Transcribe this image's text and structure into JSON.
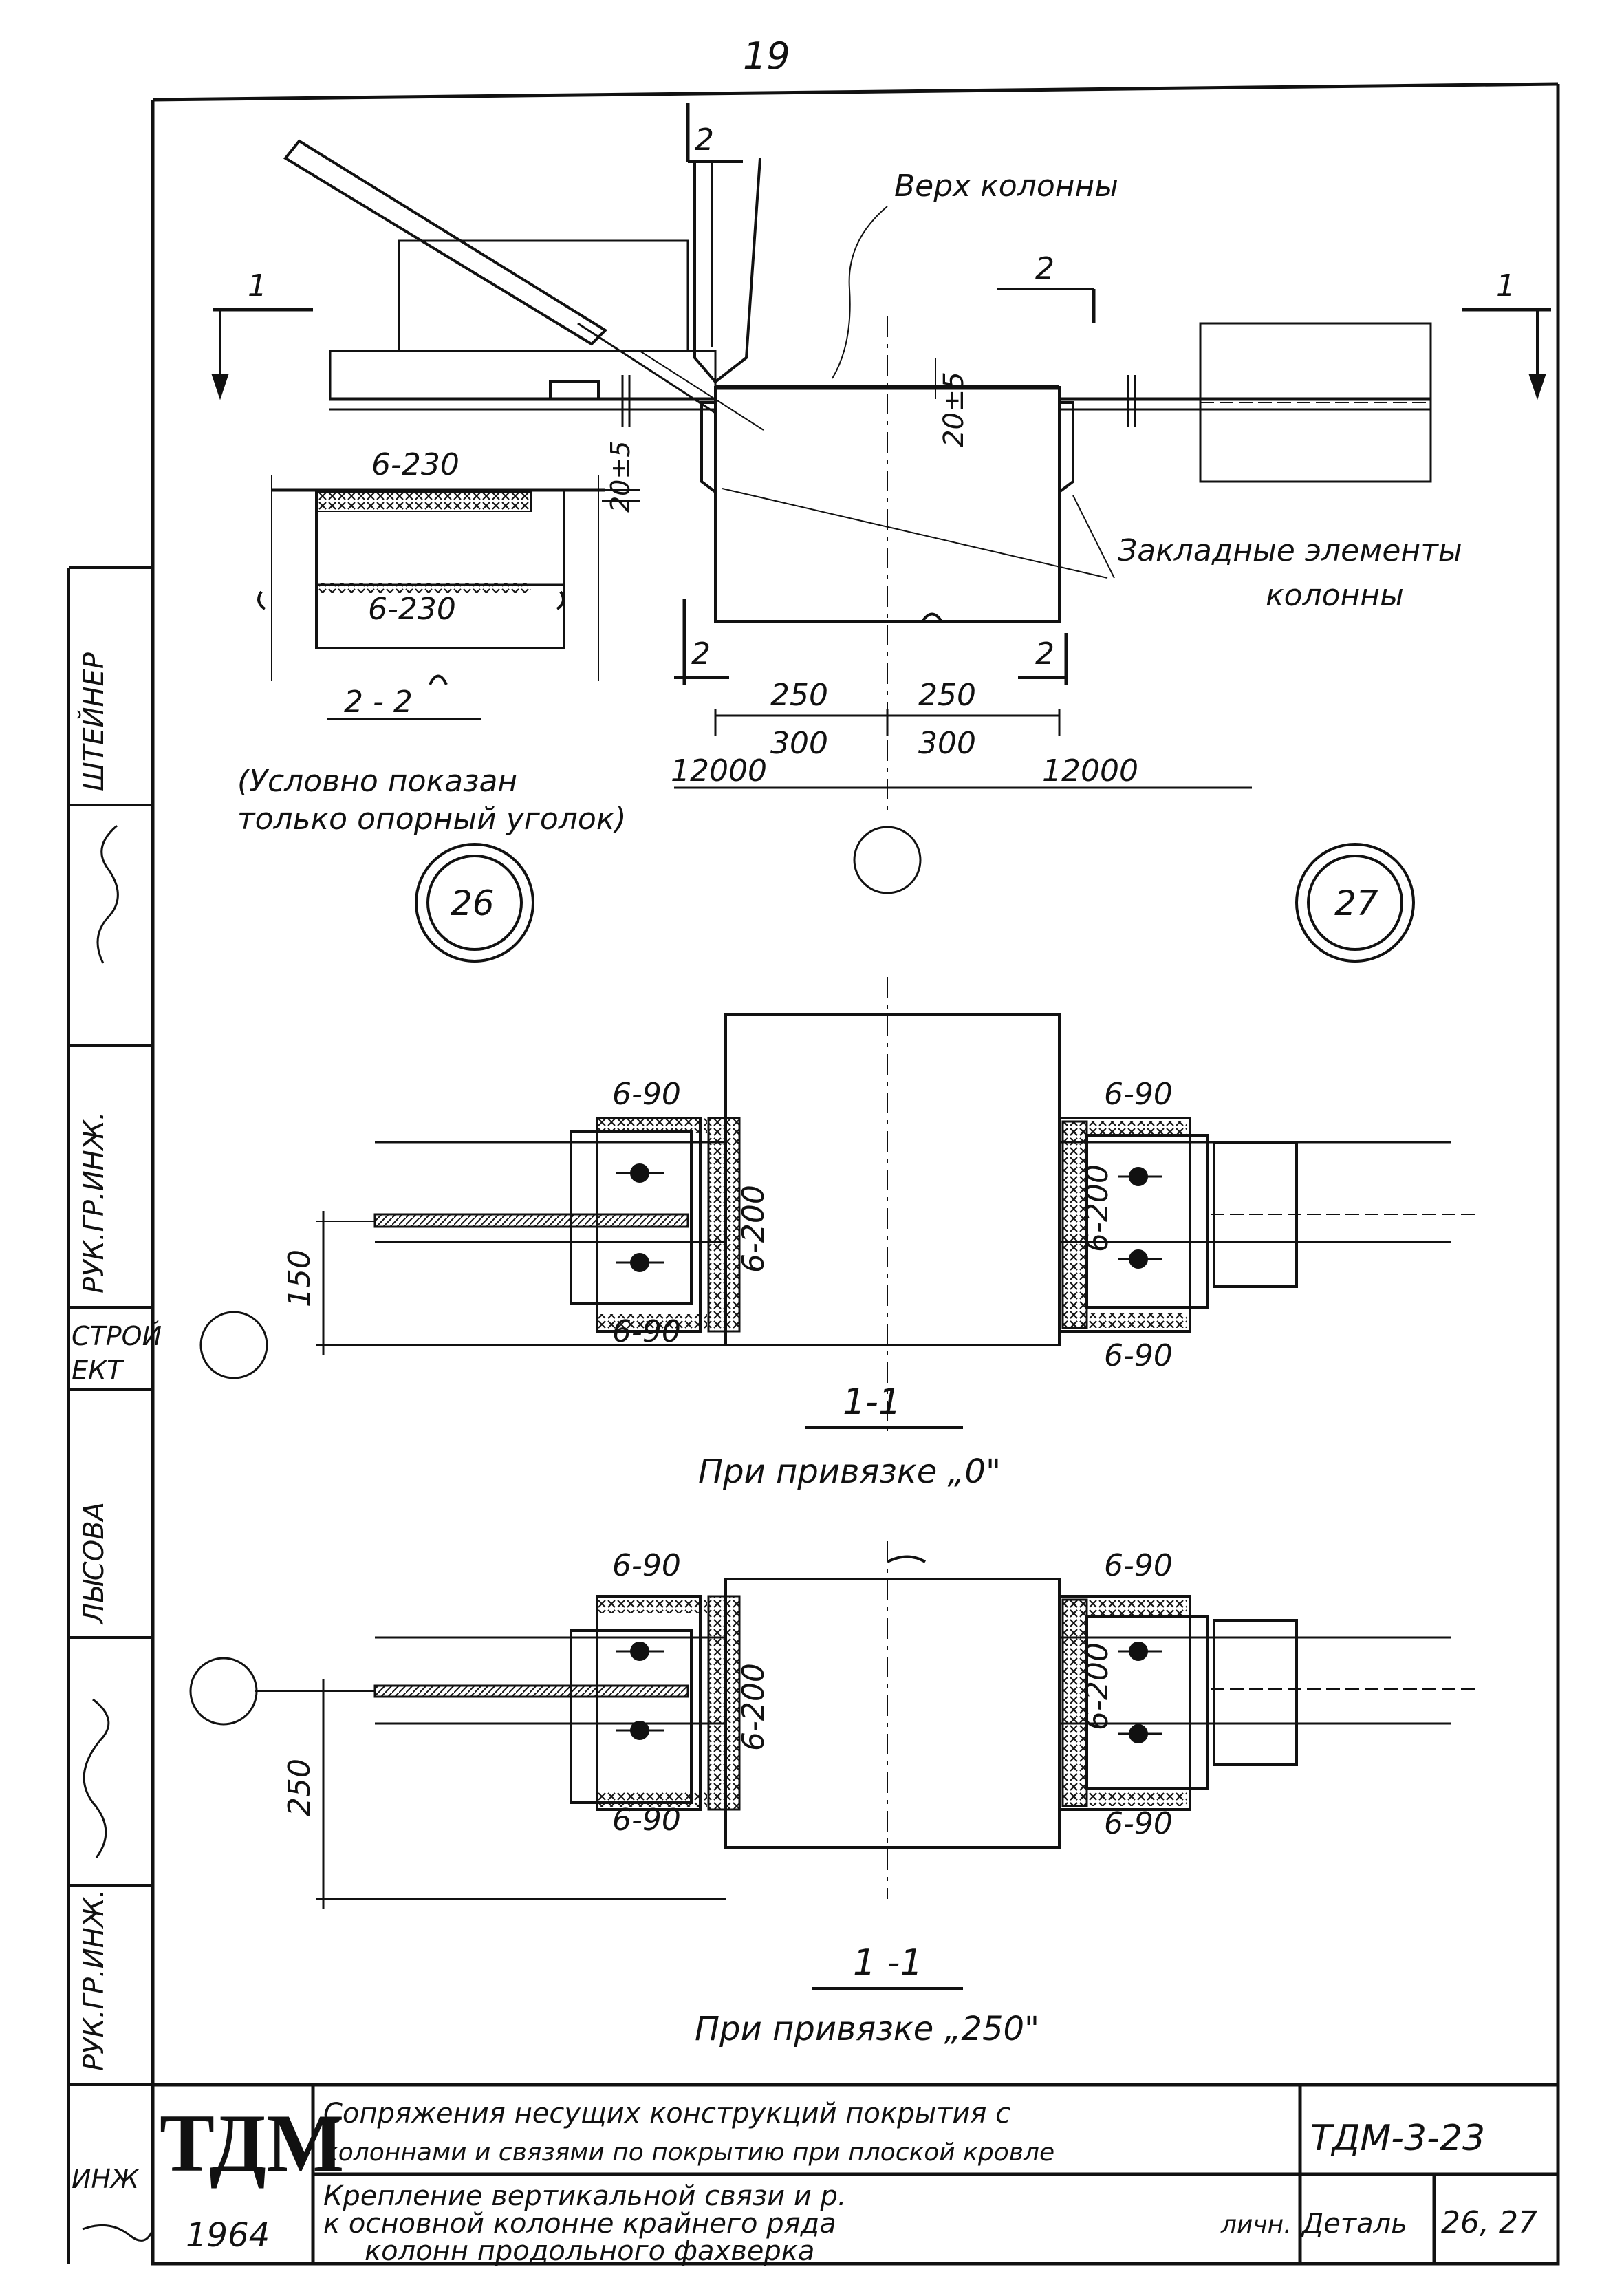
{
  "page_number": "19",
  "top_view": {
    "label_column_top": "Верх колонны",
    "label_embedded": "Закладные элементы",
    "label_embedded_2": "колонны",
    "section_1": "1",
    "section_2": "2",
    "dim_20_5": "20±5",
    "dim_250_left": "250",
    "dim_250_right": "250",
    "dim_300_left": "300",
    "dim_300_right": "300",
    "span_left": "12000",
    "span_right": "12000"
  },
  "section_2_2": {
    "weld_top": "6-230",
    "weld_mid": "6-230",
    "dim": "20±5",
    "title": "2 - 2",
    "note_1": "(Условно показан",
    "note_2": "только опорный уголок)"
  },
  "detail_markers": {
    "left": "26",
    "right": "27"
  },
  "section_1_1_a": {
    "weld_tl": "6-90",
    "weld_bl": "6-90",
    "weld_tr": "6-90",
    "weld_br": "6-90",
    "weld_vl": "6-200",
    "weld_vr": "6-200",
    "dim": "150",
    "title": "1-1",
    "caption": "При привязке „0\""
  },
  "section_1_1_b": {
    "weld_tl": "6-90",
    "weld_bl": "6-90",
    "weld_tr": "6-90",
    "weld_br": "6-90",
    "weld_vl": "6-200",
    "weld_vr": "6-200",
    "dim": "250",
    "title": "1 -1",
    "caption": "При привязке „250\""
  },
  "side_stamp": {
    "cells": [
      "ШТЕЙНЕР",
      "РУК.ГР.ИНЖ.",
      "СТРОЙ",
      "ЕКТ",
      "ЛЫСОВА",
      "РУК.ГР.ИНЖ.",
      "ИНЖ"
    ]
  },
  "title_block": {
    "logo": "ТДМ",
    "year": "1964",
    "title_line_1": "Сопряжения несущих конструкций покрытия с",
    "title_line_2": "колоннами и связями по покрытию при плоской кровле",
    "sub_line_1": "Крепление вертикальной связи и р.",
    "sub_line_2": "к основной колонне крайнего ряда",
    "sub_line_3": "колонн продольного фахверка",
    "sub_line_tail": "личн.",
    "series": "ТДМ-3-23",
    "detail_label": "Деталь",
    "detail_value": "26, 27"
  }
}
